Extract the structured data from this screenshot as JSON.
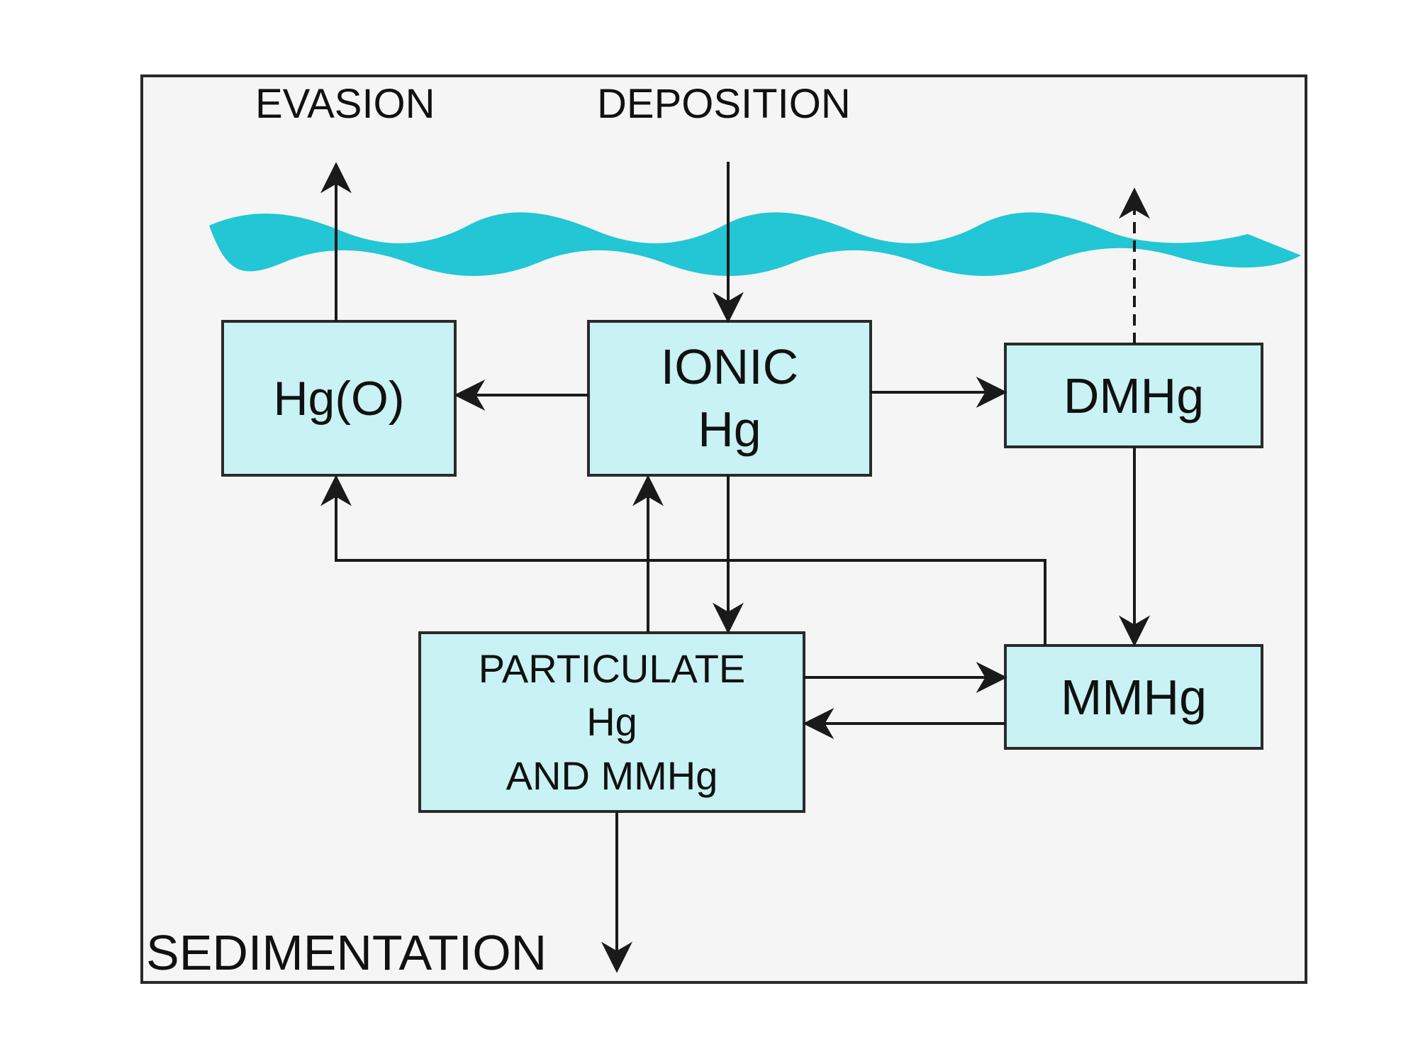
{
  "labels": {
    "evasion": "EVASION",
    "deposition": "DEPOSITION",
    "sedimentation": "SEDIMENTATION"
  },
  "nodes": {
    "hg0": {
      "line1": "Hg(O)"
    },
    "ionic": {
      "line1": "IONIC",
      "line2": "Hg"
    },
    "dmhg": {
      "line1": "DMHg"
    },
    "particulate": {
      "line1": "PARTICULATE",
      "line2": "Hg",
      "line3": "AND MMHg"
    },
    "mmhg": {
      "line1": "MMHg"
    }
  },
  "colors": {
    "background": "#f5f5f5",
    "box_fill": "#c8f2f4",
    "water": "#22c6d4",
    "line": "#1a1a1a"
  }
}
